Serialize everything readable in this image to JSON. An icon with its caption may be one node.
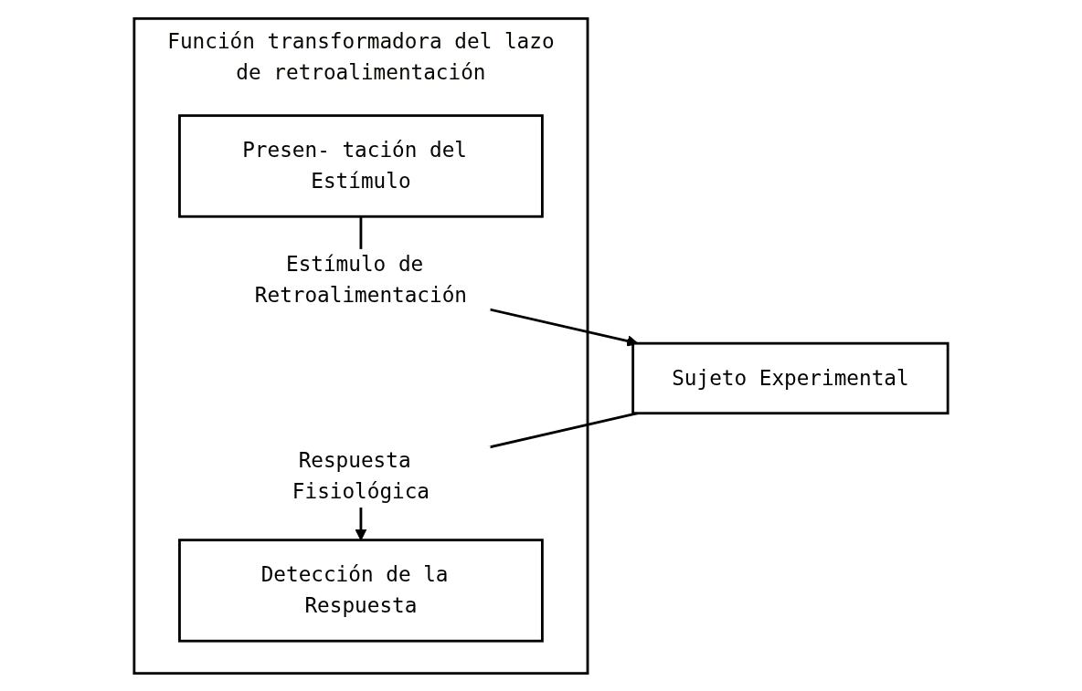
{
  "diagram": {
    "nodes": [
      {
        "text": [
          "Función transformadora del lazo de retroalimentación"
        ]
      },
      {
        "text": [
          "Presen- tación del Estímulo"
        ],
        "in": 0
      },
      {
        "text": [
          "Detección de la Respuesta"
        ],
        "in": 0
      },
      {
        "text": [
          "Sujeto Experimental"
        ]
      }
    ],
    "edges": [
      {
        "from": 1,
        "to": 3,
        "arrow": "to",
        "label": "Estímulo de Retroalimentación"
      },
      {
        "from": 3,
        "to": 2,
        "arrow": "to",
        "label": "Respuesta Fisiológica"
      }
    ]
  }
}
